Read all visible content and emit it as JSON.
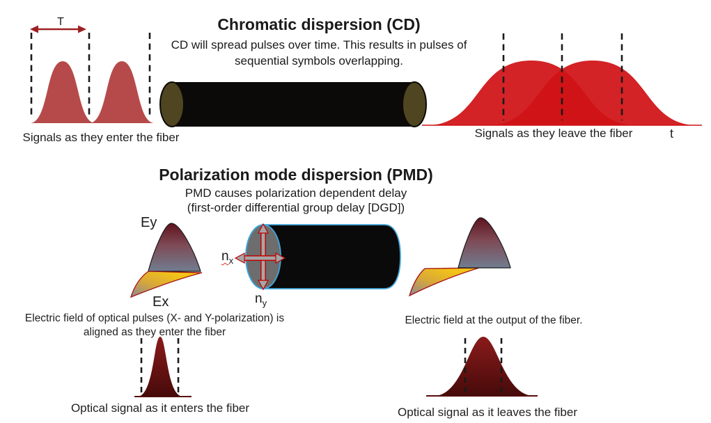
{
  "cd": {
    "title": "Chromatic dispersion (CD)",
    "subtitle_line1": "CD will spread pulses over time. This results in pulses of",
    "subtitle_line2": "sequential symbols overlapping.",
    "t_period_label": "T",
    "input_caption": "Signals as they enter the fiber",
    "output_caption": "Signals as they leave the fiber",
    "time_axis_label": "t"
  },
  "pmd": {
    "title": "Polarization mode dispersion (PMD)",
    "subtitle_line1": "PMD causes polarization dependent delay",
    "subtitle_line2": "(first-order differential group delay [DGD])",
    "ey_label": "Ey",
    "ex_label": "Ex",
    "nx_base": "n",
    "nx_sub": "x",
    "ny_base": "n",
    "ny_sub": "y",
    "input_field_caption_line1": "Electric field of optical pulses (X- and Y-polarization) is",
    "input_field_caption_line2": "aligned as they enter the fiber",
    "output_field_caption": "Electric field at the output of the fiber.",
    "input_signal_caption": "Optical signal as it enters the fiber",
    "output_signal_caption": "Optical signal as it leaves the fiber"
  },
  "colors": {
    "input_pulse_red": "#b64a4a",
    "output_pulse_red": "#d01216",
    "t_arrow_red": "#9e2121",
    "fiber_black": "#0b0a08",
    "fiber_end_olive": "#4f4520",
    "pmd_fiber_outline_blue": "#41a7dc",
    "pmd_core_gray": "#6d6d6d",
    "birefringence_arrow_gray": "#a6a6a6",
    "birefringence_arrow_red": "#c00000",
    "ey_gradient_top": "#691420",
    "ey_gradient_bottom": "#717d90",
    "ex_yellow": "#f2c318",
    "maroon_pulse_top": "#8a1b1b",
    "maroon_pulse_bottom": "#470a0a",
    "dashed_line_black": "#1a1a1a"
  }
}
